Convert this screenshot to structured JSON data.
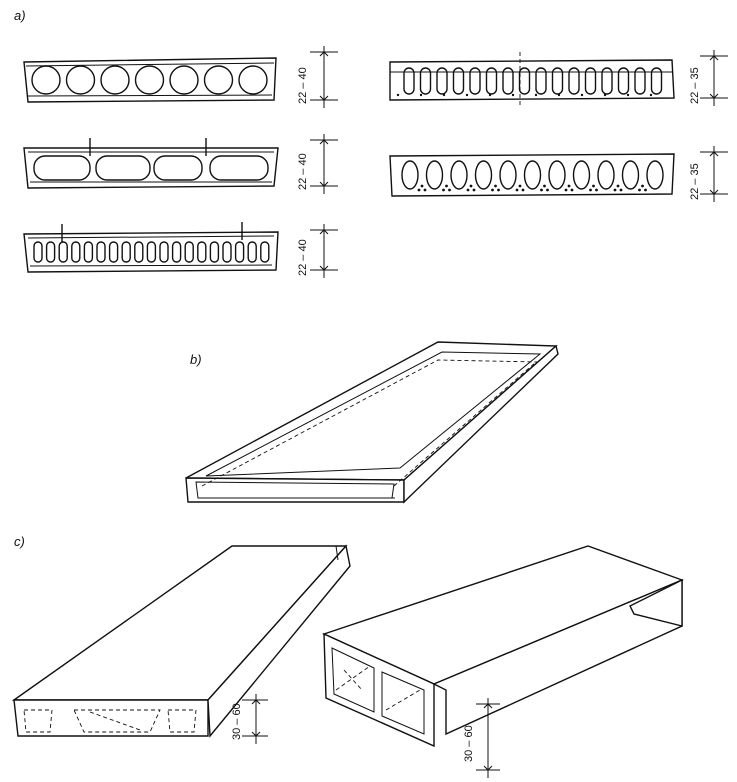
{
  "labels": {
    "a": "a)",
    "b": "b)",
    "c": "c)"
  },
  "dimensions": {
    "hollow_round": "22 – 40",
    "hollow_oval": "22 – 40",
    "hollow_narrow": "22 – 40",
    "prestressed_top": "22 – 35",
    "prestressed_bottom": "22 – 35",
    "ribbed_left": "30 – 60",
    "ribbed_right": "30 – 60"
  }
}
